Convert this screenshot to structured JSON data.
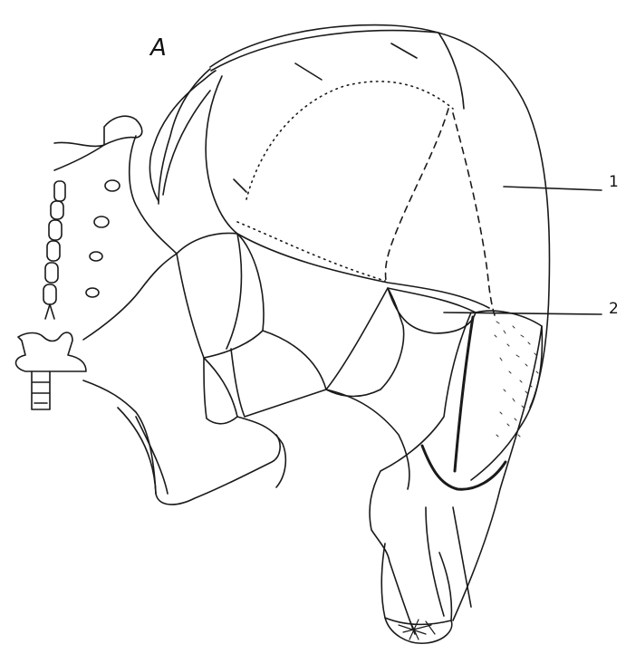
{
  "figure": {
    "panel_label": "A",
    "callouts": [
      {
        "label": "1"
      },
      {
        "label": "2"
      }
    ],
    "ink_color": "#1a1a1a",
    "background": "#ffffff"
  }
}
